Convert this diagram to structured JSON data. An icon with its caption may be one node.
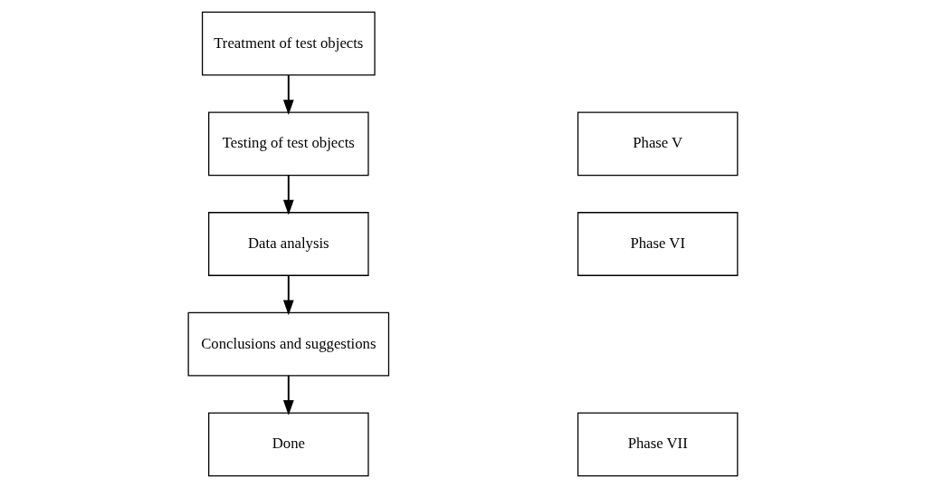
{
  "diagram": {
    "nodes": [
      {
        "text": [
          "Treatment of test objects"
        ]
      },
      {
        "text": [
          "Testing of test objects"
        ]
      },
      {
        "text": [
          "Data analysis"
        ]
      },
      {
        "text": [
          "Conclusions and suggestions"
        ]
      },
      {
        "text": [
          "Done"
        ]
      },
      {
        "text": [
          "Phase V"
        ]
      },
      {
        "text": [
          "Phase VI"
        ]
      },
      {
        "text": [
          "Phase VII"
        ]
      }
    ],
    "edges": [
      {
        "from": 0,
        "to": 1,
        "arrow": "to"
      },
      {
        "from": 1,
        "to": 2,
        "arrow": "to"
      },
      {
        "from": 2,
        "to": 3,
        "arrow": "to"
      },
      {
        "from": 3,
        "to": 4,
        "arrow": "to"
      }
    ]
  }
}
